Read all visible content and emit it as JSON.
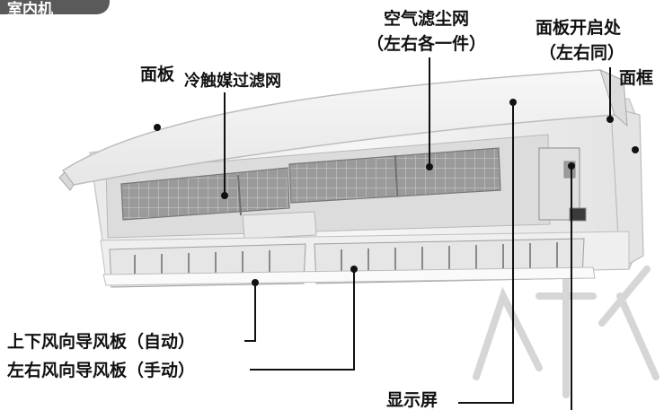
{
  "corner_tag": "室内机",
  "labels": {
    "panel": "面板",
    "cold_catalyst_filter": "冷触媒过滤网",
    "air_dust_filter_line1": "空气滤尘网",
    "air_dust_filter_line2": "（左右各一件）",
    "panel_open_line1": "面板开启处",
    "panel_open_line2": "（左右同）",
    "frame": "面框",
    "vertical_louver": "上下风向导风板（自动）",
    "horizontal_louver": "左右风向导风板（手动）",
    "display": "显示屏"
  },
  "colors": {
    "text": "#111111",
    "tag_bg": "#5a5a5a",
    "body_white": "#f2f2f2",
    "filter_mesh": "#8e8e8e",
    "watermark": "#d0d0d0"
  }
}
